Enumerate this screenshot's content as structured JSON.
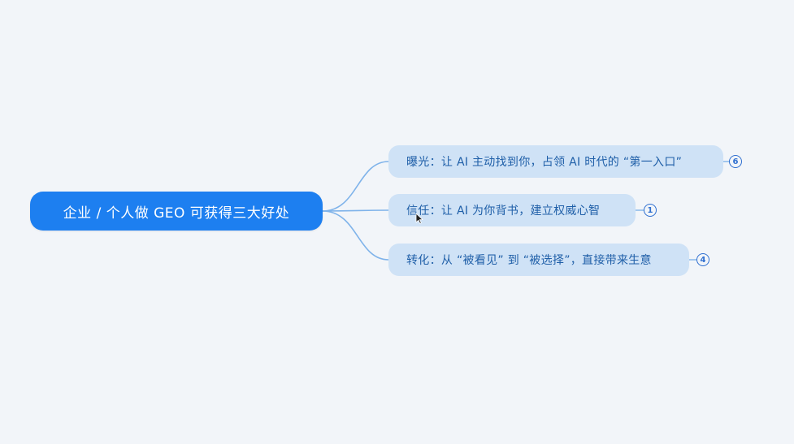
{
  "mindmap": {
    "root": {
      "label": "企业 / 个人做 GEO 可获得三大好处"
    },
    "children": [
      {
        "label": "曝光：让 AI 主动找到你，占领 AI 时代的 “第一入口”",
        "badge": "6"
      },
      {
        "label": "信任：让 AI 为你背书，建立权威心智",
        "badge": "1"
      },
      {
        "label": "转化：从 “被看见” 到 “被选择”，直接带来生意",
        "badge": "4"
      }
    ]
  },
  "colors": {
    "background": "#f2f5f9",
    "root_fill": "#1d7ff0",
    "child_fill": "#cfe2f6",
    "child_text": "#1f5fa8",
    "connector": "#7fb3ea",
    "badge": "#2f6fd0"
  }
}
